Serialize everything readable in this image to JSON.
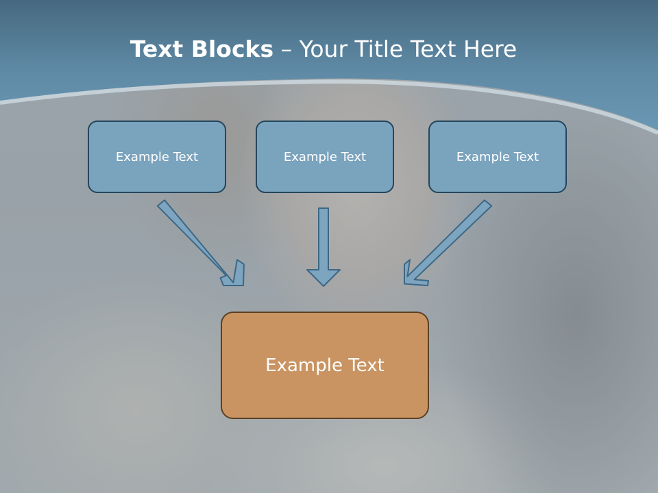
{
  "slide": {
    "title_bold": "Text Blocks",
    "title_dash": " – ",
    "title_rest": "Your Title Text Here"
  },
  "boxes": [
    {
      "label": "Example Text"
    },
    {
      "label": "Example Text"
    },
    {
      "label": "Example Text"
    }
  ],
  "target_box": {
    "label": "Example Text"
  },
  "colors": {
    "header": "#5d8aa8",
    "box_fill": "#7aa3bd",
    "box_border": "#24465c",
    "target_fill": "#c99462",
    "target_border": "#5a4024",
    "arrow_fill": "#7da5c0",
    "arrow_stroke": "#3d6784"
  }
}
